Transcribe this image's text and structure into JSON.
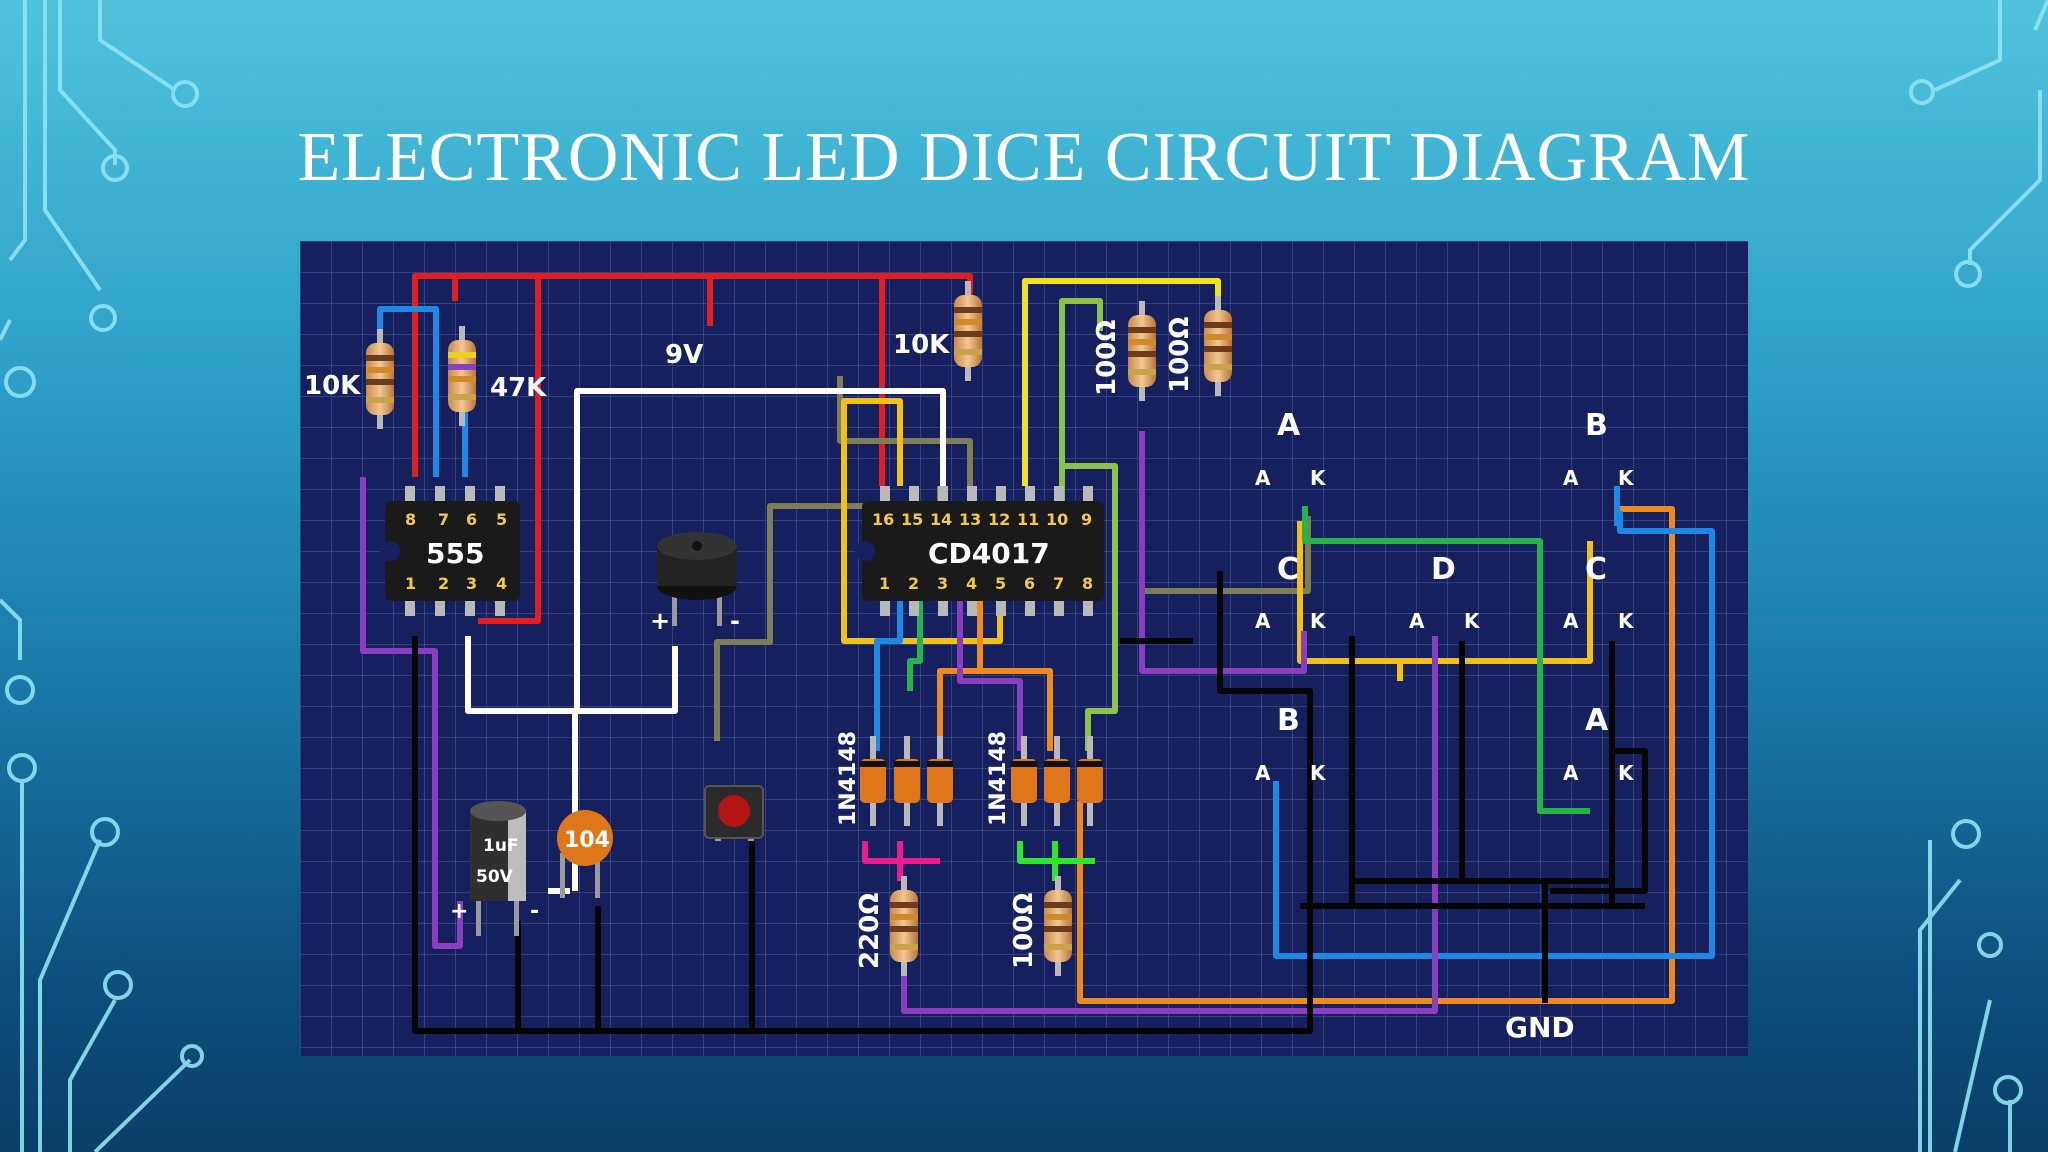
{
  "slide": {
    "title": "ELECTRONIC LED DICE CIRCUIT DIAGRAM"
  },
  "colors": {
    "board": "#17205e",
    "grid": "#3a4a86",
    "wire_red": "#e41e1e",
    "wire_yellow": "#f2e21a",
    "wire_green": "#26b34a",
    "wire_orange": "#ef8a1f",
    "wire_purple": "#8a3fc0",
    "wire_blue": "#1e88e5",
    "wire_white": "#ffffff",
    "wire_black": "#050505",
    "led_red": "#e11b1b"
  },
  "timer": {
    "name": "555",
    "top_pins": [
      "8",
      "7",
      "6",
      "5"
    ],
    "bottom_pins": [
      "1",
      "2",
      "3",
      "4"
    ]
  },
  "counter": {
    "name": "CD4017",
    "top_pins": [
      "16",
      "15",
      "14",
      "13",
      "12",
      "11",
      "10",
      "9"
    ],
    "bottom_pins": [
      "1",
      "2",
      "3",
      "4",
      "5",
      "6",
      "7",
      "8"
    ]
  },
  "components": {
    "r_10k_left": "10K",
    "r_47k": "47K",
    "supply": "9V",
    "r_10k_right": "10K",
    "r_100_a": "100Ω",
    "r_100_b": "100Ω",
    "diodes_left": "1N4148",
    "diodes_right": "1N4148",
    "r_220": "220Ω",
    "r_100_c": "100Ω",
    "cap_value": "1uF",
    "cap_voltage": "50V",
    "cap_plus": "+",
    "cap_minus": "-",
    "ceramic": "104",
    "buzzer_plus": "+",
    "buzzer_minus": "-",
    "ground": "GND"
  },
  "leds": [
    {
      "name": "A",
      "anode": "A",
      "cathode": "K"
    },
    {
      "name": "B",
      "anode": "A",
      "cathode": "K"
    },
    {
      "name": "C",
      "anode": "A",
      "cathode": "K"
    },
    {
      "name": "D",
      "anode": "A",
      "cathode": "K"
    },
    {
      "name": "C",
      "anode": "A",
      "cathode": "K"
    },
    {
      "name": "B",
      "anode": "A",
      "cathode": "K"
    },
    {
      "name": "A",
      "anode": "A",
      "cathode": "K"
    }
  ]
}
